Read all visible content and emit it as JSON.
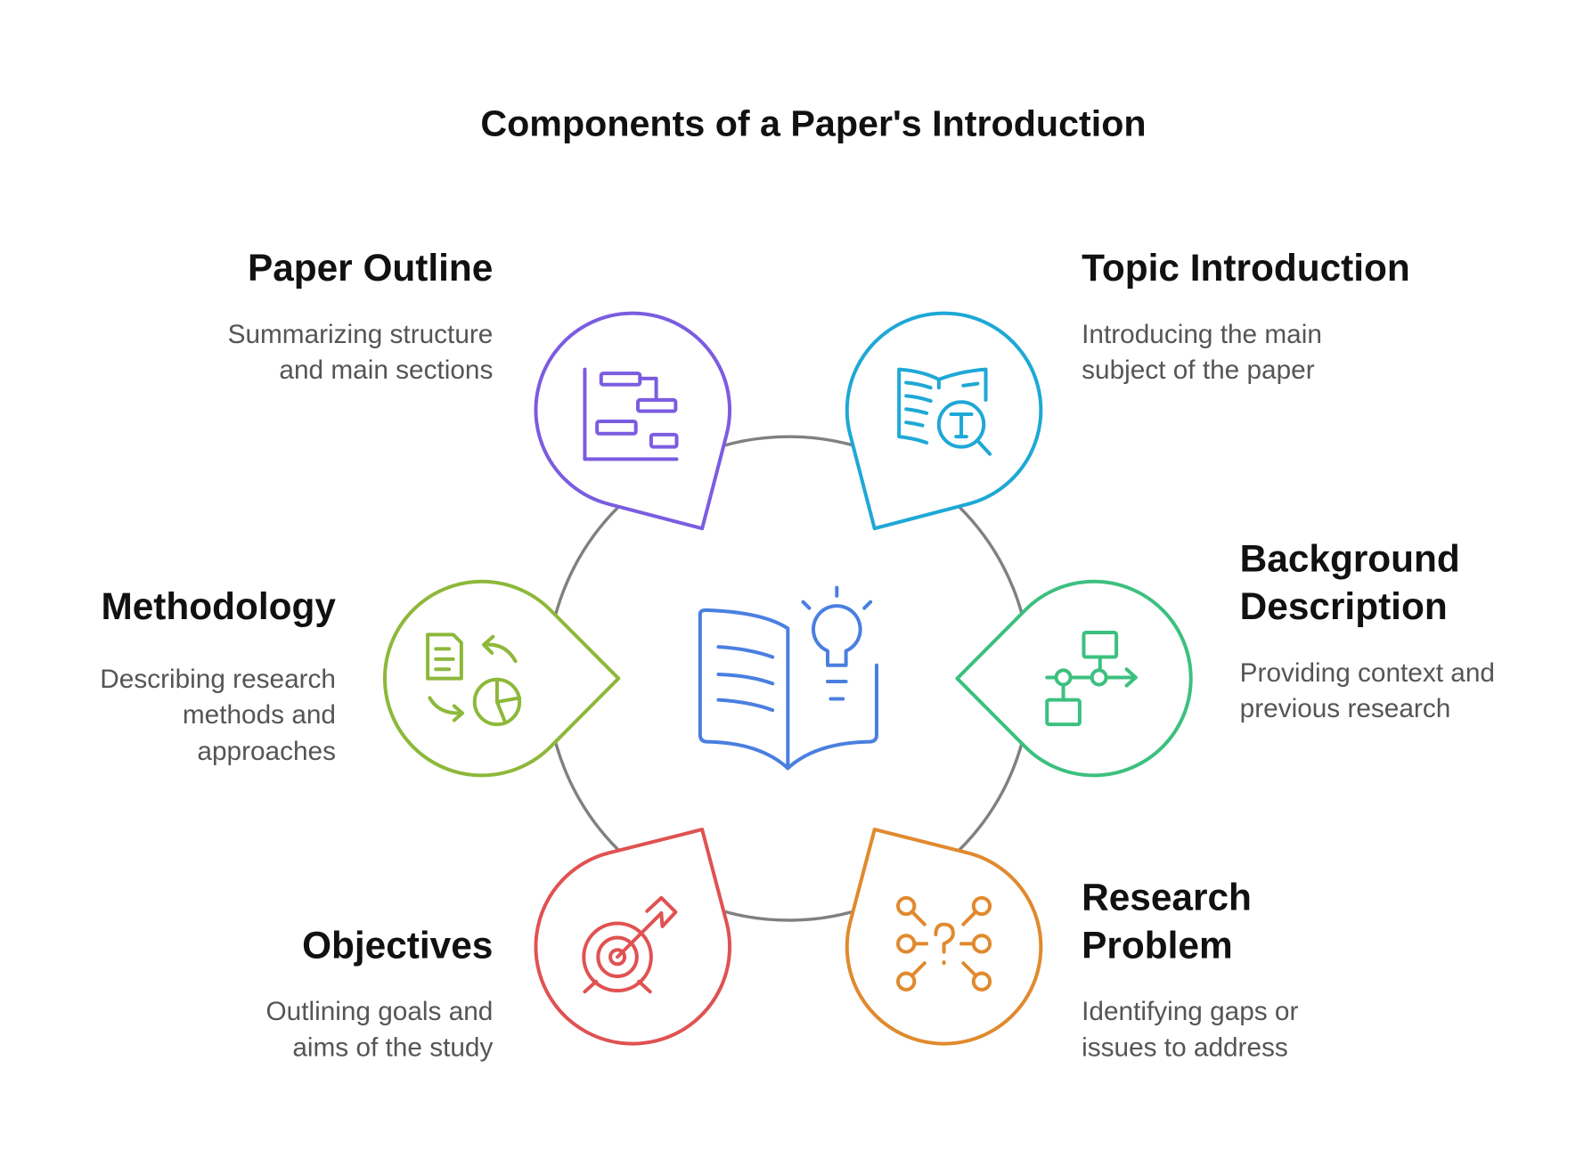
{
  "title": "Components of a Paper's Introduction",
  "colors": {
    "ring": "#808080",
    "center": "#4A7FE0",
    "paper_outline": "#7B5CE0",
    "topic_introduction": "#1EA8D6",
    "methodology": "#8DB83A",
    "background_description": "#3CC07F",
    "objectives": "#E05252",
    "research_problem": "#E08A2E"
  },
  "center_icon": "book-lightbulb-icon",
  "items": [
    {
      "key": "paper_outline",
      "title": [
        "Paper Outline"
      ],
      "desc": [
        "Summarizing structure",
        "and main sections"
      ],
      "icon": "gantt-chart-icon"
    },
    {
      "key": "topic_introduction",
      "title": [
        "Topic Introduction"
      ],
      "desc": [
        "Introducing the main",
        "subject of the paper"
      ],
      "icon": "book-search-icon"
    },
    {
      "key": "methodology",
      "title": [
        "Methodology"
      ],
      "desc": [
        "Describing research",
        "methods and",
        "approaches"
      ],
      "icon": "document-cycle-chart-icon"
    },
    {
      "key": "background_description",
      "title": [
        "Background",
        "Description"
      ],
      "desc": [
        "Providing context and",
        "previous research"
      ],
      "icon": "flowchart-icon"
    },
    {
      "key": "objectives",
      "title": [
        "Objectives"
      ],
      "desc": [
        "Outlining goals and",
        "aims of the study"
      ],
      "icon": "target-arrow-icon"
    },
    {
      "key": "research_problem",
      "title": [
        "Research",
        "Problem"
      ],
      "desc": [
        "Identifying gaps or",
        "issues to address"
      ],
      "icon": "question-network-icon"
    }
  ]
}
